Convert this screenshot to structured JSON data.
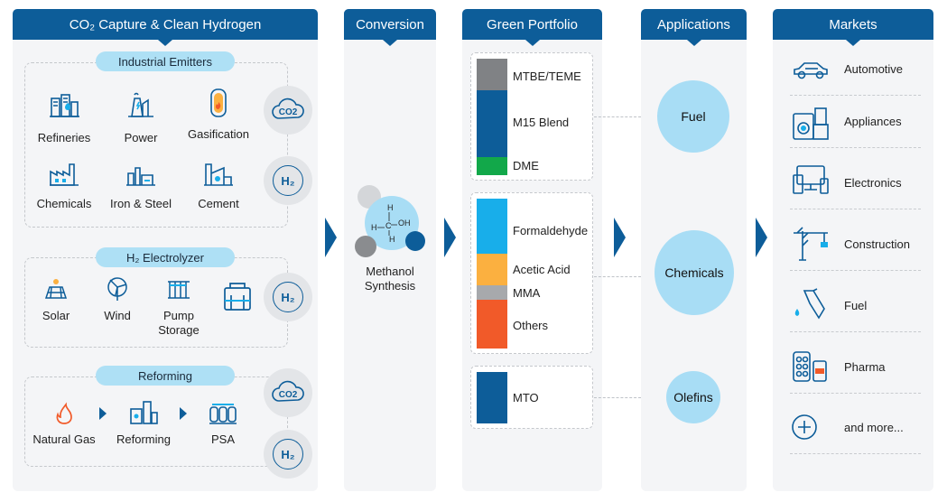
{
  "panels": {
    "capture": {
      "title": "CO₂ Capture & Clean Hydrogen"
    },
    "conversion": {
      "title": "Conversion"
    },
    "portfolio": {
      "title": "Green Portfolio"
    },
    "applications": {
      "title": "Applications"
    },
    "markets": {
      "title": "Markets"
    }
  },
  "industrial": {
    "title": "Industrial Emitters",
    "items": [
      "Refineries",
      "Power",
      "Gasification",
      "Chemicals",
      "Iron & Steel",
      "Cement"
    ],
    "gases": [
      "CO2",
      "H2"
    ]
  },
  "electrolyzer": {
    "title": "H₂ Electrolyzer",
    "items": [
      "Solar",
      "Wind",
      "Pump\nStorage"
    ],
    "gases": [
      "H2"
    ]
  },
  "reforming": {
    "title": "Reforming",
    "items": [
      "Natural Gas",
      "Reforming",
      "PSA"
    ],
    "gases": [
      "CO2",
      "H2"
    ]
  },
  "conversion": {
    "label_line1": "Methanol",
    "label_line2": "Synthesis",
    "molecule": {
      "h_top": "H",
      "oh": "OH",
      "c": "C",
      "h_left": "H",
      "h_bottom": "H"
    }
  },
  "portfolio": {
    "groups": [
      {
        "segments": [
          {
            "label": "MTBE/TEME",
            "color": "#808285"
          },
          {
            "label": "M15 Blend",
            "color": "#0d5d99"
          },
          {
            "label": "DME",
            "color": "#12a84a"
          }
        ]
      },
      {
        "segments": [
          {
            "label": "Formaldehyde",
            "color": "#18aeea"
          },
          {
            "label": "Acetic Acid",
            "color": "#fbb040"
          },
          {
            "label": "MMA",
            "color": "#a7a9ac"
          },
          {
            "label": "Others",
            "color": "#f15a29"
          }
        ]
      },
      {
        "segments": [
          {
            "label": "MTO",
            "color": "#0d5d99"
          }
        ]
      }
    ]
  },
  "applications": [
    "Fuel",
    "Chemicals",
    "Olefins"
  ],
  "markets": [
    {
      "label": "Automotive",
      "icon": "car-icon"
    },
    {
      "label": "Appliances",
      "icon": "appliances-icon"
    },
    {
      "label": "Electronics",
      "icon": "electronics-icon"
    },
    {
      "label": "Construction",
      "icon": "crane-icon"
    },
    {
      "label": "Fuel",
      "icon": "fuel-nozzle-icon"
    },
    {
      "label": "Pharma",
      "icon": "pharma-icon"
    },
    {
      "label": "and more...",
      "icon": "plus-icon"
    }
  ],
  "colors": {
    "brand": "#0d5d99",
    "accent_light": "#aee0f5",
    "app_circle": "#a8ddf5",
    "panel_bg": "#f4f5f7"
  }
}
